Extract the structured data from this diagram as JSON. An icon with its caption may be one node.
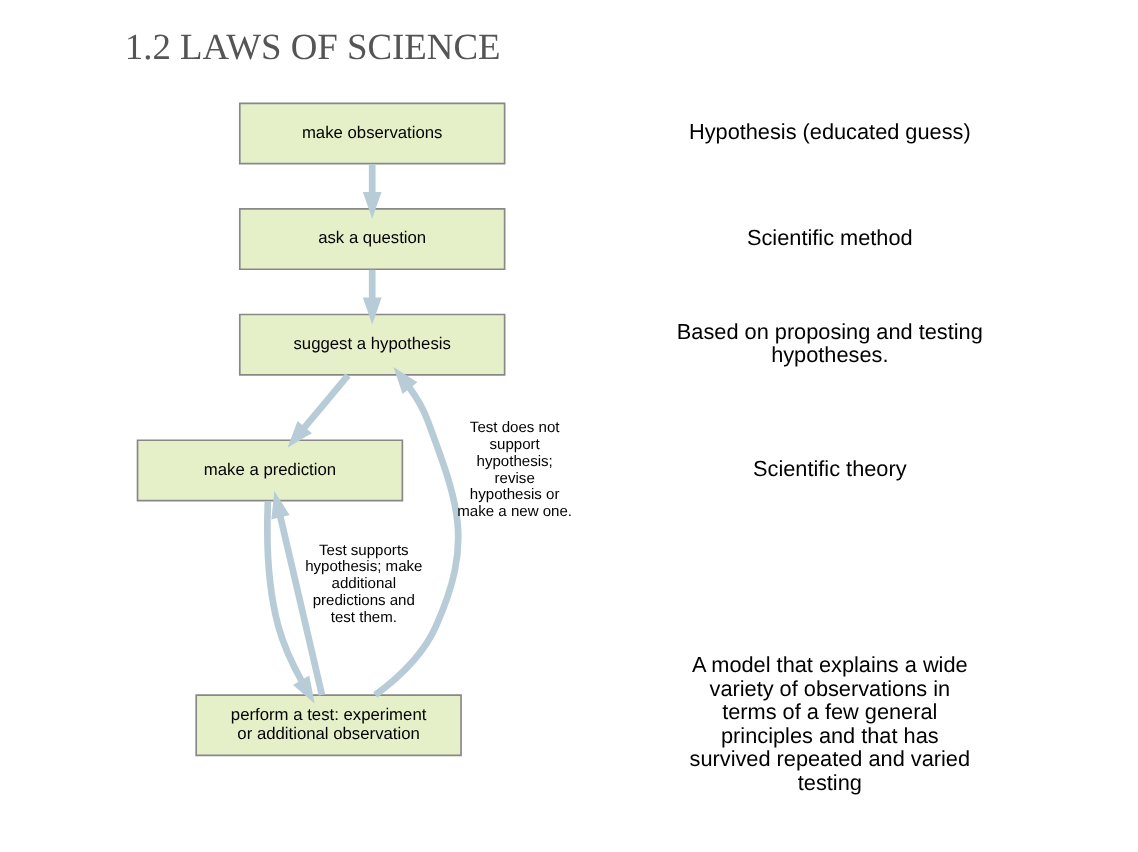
{
  "diagram": {
    "title": "1.2 LAWS OF SCIENCE",
    "nodes": [
      {
        "text": [
          "make observations"
        ]
      },
      {
        "text": [
          "ask a question"
        ]
      },
      {
        "text": [
          "suggest a hypothesis"
        ]
      },
      {
        "text": [
          "make a prediction"
        ]
      },
      {
        "text": [
          "perform a test: experiment or additional observation"
        ]
      }
    ],
    "edges": [
      {
        "from": 0,
        "to": 1,
        "arrow": "to"
      },
      {
        "from": 1,
        "to": 2,
        "arrow": "to"
      },
      {
        "from": 2,
        "to": 3,
        "arrow": "to"
      },
      {
        "from": 3,
        "to": 4,
        "arrow": "to"
      },
      {
        "from": 4,
        "to": 2,
        "arrow": "to",
        "label": "Test does not support hypothesis; revise hypothesis or make a new one."
      },
      {
        "from": 4,
        "to": 3,
        "arrow": "to",
        "label": "Test supports hypothesis; make additional predictions and test them."
      }
    ],
    "labels": [
      "Hypothesis (educated guess)",
      "Scientific method",
      "Based on proposing and testing hypotheses.",
      "Scientific theory",
      "A model that explains a wide variety of observations in terms of a few general principles and that has survived repeated and varied testing"
    ]
  }
}
